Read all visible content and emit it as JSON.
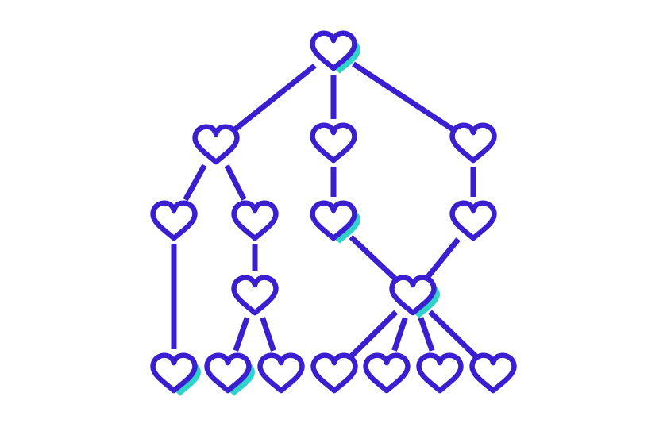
{
  "colors": {
    "background": "#ffffff",
    "stroke": "#3a1fd0",
    "accent": "#2fd3c9"
  },
  "icon": "heart-family-tree-icon",
  "nodes": [
    {
      "id": "root",
      "filled": true
    },
    {
      "id": "l1-left",
      "filled": false
    },
    {
      "id": "l1-mid",
      "filled": false
    },
    {
      "id": "l1-right",
      "filled": false
    },
    {
      "id": "l2-a",
      "filled": false
    },
    {
      "id": "l2-b",
      "filled": false
    },
    {
      "id": "l2-c",
      "filled": true
    },
    {
      "id": "l2-d",
      "filled": false
    },
    {
      "id": "l3-b",
      "filled": false
    },
    {
      "id": "l3-hub",
      "filled": true
    },
    {
      "id": "leaf-1",
      "filled": true
    },
    {
      "id": "leaf-2",
      "filled": true
    },
    {
      "id": "leaf-3",
      "filled": false
    },
    {
      "id": "leaf-4",
      "filled": false
    },
    {
      "id": "leaf-5",
      "filled": false
    },
    {
      "id": "leaf-6",
      "filled": false
    },
    {
      "id": "leaf-7",
      "filled": false
    }
  ],
  "edges": [
    [
      "root",
      "l1-left"
    ],
    [
      "root",
      "l1-mid"
    ],
    [
      "root",
      "l1-right"
    ],
    [
      "l1-left",
      "l2-a"
    ],
    [
      "l1-left",
      "l2-b"
    ],
    [
      "l1-mid",
      "l2-c"
    ],
    [
      "l1-right",
      "l2-d"
    ],
    [
      "l2-a",
      "leaf-1"
    ],
    [
      "l2-b",
      "l3-b"
    ],
    [
      "l3-b",
      "leaf-2"
    ],
    [
      "l3-b",
      "leaf-3"
    ],
    [
      "l2-c",
      "l3-hub"
    ],
    [
      "l2-d",
      "l3-hub"
    ],
    [
      "l3-hub",
      "leaf-4"
    ],
    [
      "l3-hub",
      "leaf-5"
    ],
    [
      "l3-hub",
      "leaf-6"
    ],
    [
      "l3-hub",
      "leaf-7"
    ]
  ]
}
